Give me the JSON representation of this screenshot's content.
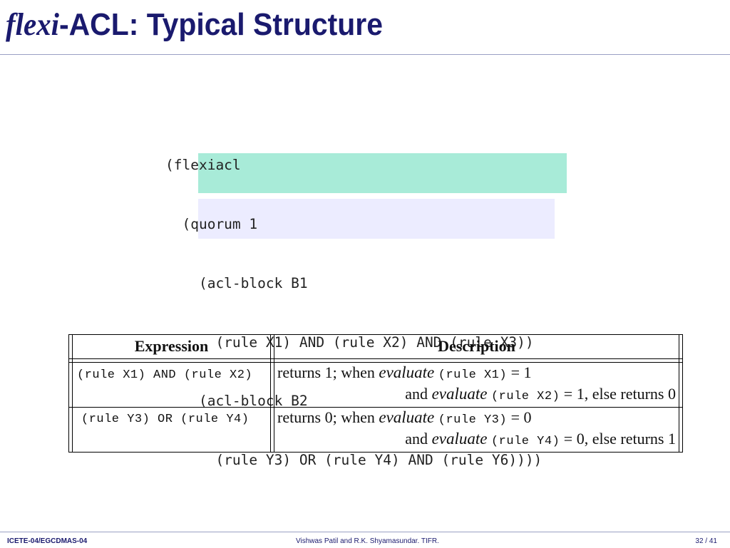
{
  "slide": {
    "title_italic": "flexi",
    "title_rest": "-ACL: Typical Structure"
  },
  "code": {
    "lines": [
      "(flexiacl",
      "  (quorum 1",
      "    (acl-block B1",
      "      (rule X1) AND (rule X2) AND (rule X3))",
      "    (acl-block B2",
      "      (rule Y3) OR (rule Y4) AND (rule Y6))))"
    ],
    "highlight_colors": [
      "#a8ebd8",
      "#ececff"
    ]
  },
  "table": {
    "headers": [
      "Expression",
      "Description"
    ],
    "rows": [
      {
        "expression": "(rule X1) AND (rule X2)",
        "line1": {
          "prefix": "returns 1; when ",
          "func": "evaluate",
          "arg": "(rule X1)",
          "suffix": " = 1"
        },
        "line2": {
          "prefix": "and ",
          "func": "evaluate",
          "arg": "(rule X2)",
          "suffix": " = 1, else returns 0"
        }
      },
      {
        "expression": "(rule Y3) OR (rule Y4)",
        "line1": {
          "prefix": "returns 0; when ",
          "func": "evaluate",
          "arg": "(rule Y3)",
          "suffix": " = 0"
        },
        "line2": {
          "prefix": "and ",
          "func": "evaluate",
          "arg": "(rule Y4)",
          "suffix": " = 0, else returns 1"
        }
      }
    ]
  },
  "footer": {
    "left": "ICETE-04/EGCDMAS-04",
    "center": "Vishwas Patil and R.K. Shyamasundar. TIFR.",
    "page": "32 / 41"
  }
}
